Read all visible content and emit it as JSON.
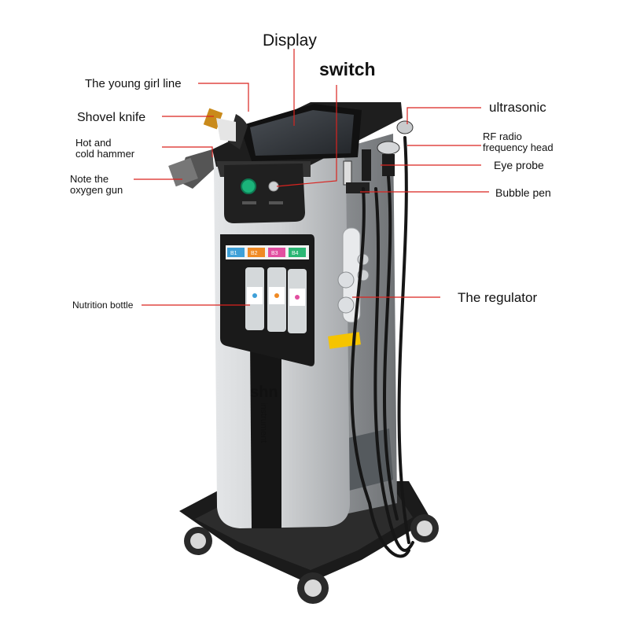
{
  "labels": {
    "display": "Display",
    "switch": "switch",
    "young_girl_line": "The young girl line",
    "shovel_knife": "Shovel knife",
    "hot_cold_hammer": [
      "Hot and",
      "cold hammer"
    ],
    "oxygen_gun": [
      "Note the",
      "oxygen gun"
    ],
    "nutrition_bottle": "Nutrition bottle",
    "ultrasonic": "ultrasonic",
    "rf_head": [
      "RF radio",
      "frequency head"
    ],
    "eye_probe": "Eye probe",
    "bubble_pen": "Bubble pen",
    "regulator": "The regulator"
  },
  "bottle_tags": [
    "B1",
    "B2",
    "B3",
    "B4"
  ],
  "brand": {
    "logo": "shn",
    "sub": "instrument"
  },
  "colors": {
    "leader": "#d9231f",
    "tag_colors": [
      "#3ea0d8",
      "#f08a24",
      "#e24fa0",
      "#2bb673"
    ],
    "body": "#c9cbcd",
    "dark": "#1a1a1a",
    "screen": "#34383d"
  }
}
